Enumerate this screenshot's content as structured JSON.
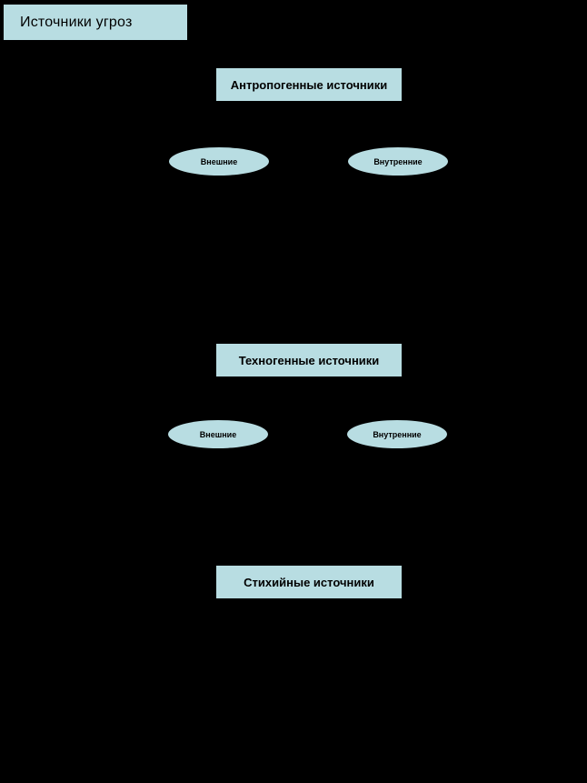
{
  "colors": {
    "background": "#000000",
    "node_fill": "#b8dde2",
    "node_text": "#000000",
    "node_border": "#000000"
  },
  "diagram": {
    "title": "Источники угроз",
    "groups": [
      {
        "label": "Антропогенные источники",
        "subnodes": [
          {
            "label": "Внешние"
          },
          {
            "label": "Внутренние"
          }
        ]
      },
      {
        "label": "Техногенные источники",
        "subnodes": [
          {
            "label": "Внешние"
          },
          {
            "label": "Внутренние"
          }
        ]
      },
      {
        "label": "Стихийные источники",
        "subnodes": []
      }
    ]
  }
}
